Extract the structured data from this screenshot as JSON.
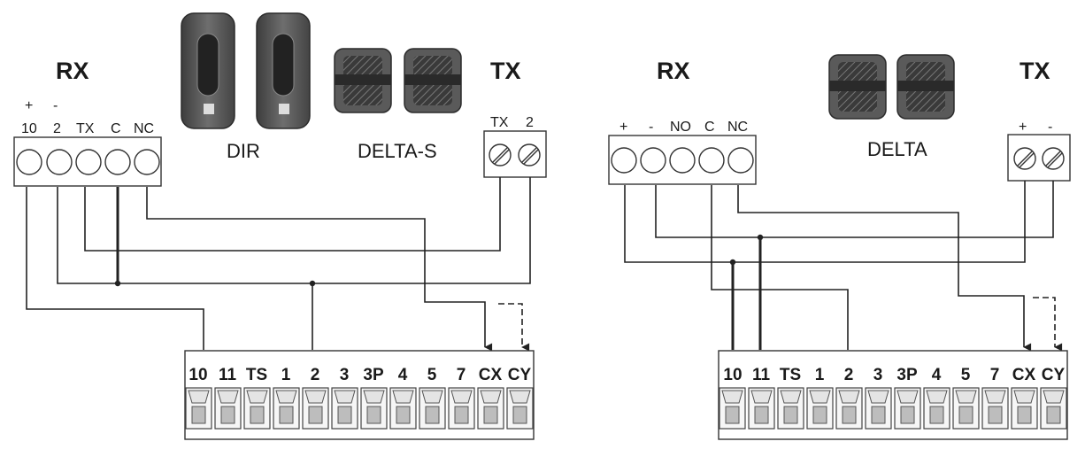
{
  "left": {
    "rx_label": "RX",
    "tx_label": "TX",
    "rx_polarity": [
      "+",
      "-"
    ],
    "rx_pins": [
      "10",
      "2",
      "TX",
      "C",
      "NC"
    ],
    "tx_pins": [
      "TX",
      "2"
    ],
    "device_labels": [
      "DIR",
      "DELTA-S"
    ],
    "board_terminals": [
      "10",
      "11",
      "TS",
      "1",
      "2",
      "3",
      "3P",
      "4",
      "5",
      "7",
      "CX",
      "CY"
    ]
  },
  "right": {
    "rx_label": "RX",
    "tx_label": "TX",
    "rx_pins": [
      "+",
      "-",
      "NO",
      "C",
      "NC"
    ],
    "tx_pins": [
      "+",
      "-"
    ],
    "device_labels": [
      "DELTA"
    ],
    "board_terminals": [
      "10",
      "11",
      "TS",
      "1",
      "2",
      "3",
      "3P",
      "4",
      "5",
      "7",
      "CX",
      "CY"
    ]
  },
  "colors": {
    "line": "#222222",
    "device_body": "#555555",
    "slot_fill": "#bdbdbd"
  }
}
